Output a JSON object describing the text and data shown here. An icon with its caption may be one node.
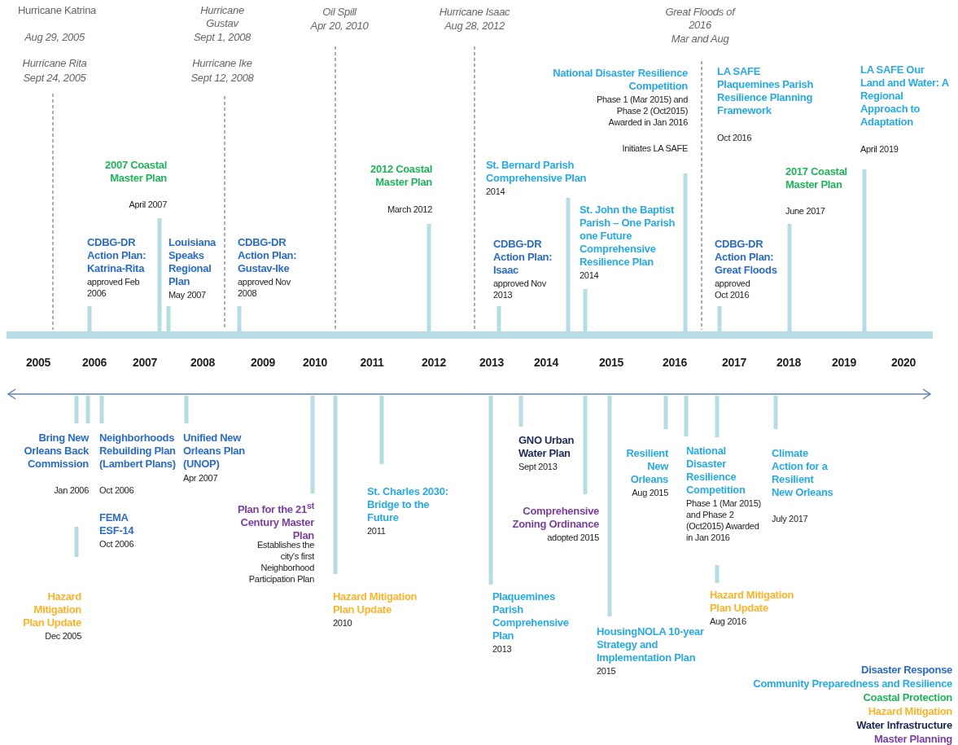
{
  "diagram": {
    "labels": [
      "Hurricane Katrina",
      "Aug 29, 2005",
      "Hurricane Rita",
      "Sept 24, 2005",
      "Hurricane Gustav",
      "Sept 1, 2008",
      "Hurricane Ike",
      "Sept 12, 2008",
      "Oil Spill",
      "Apr 20, 2010",
      "Hurricane Isaac",
      "Aug 28, 2012",
      "Great Floods of 2016",
      "Mar and Aug",
      "2007 Coastal Master Plan",
      "April 2007",
      "CDBG-DR Action Plan: Katrina-Rita",
      "approved Feb 2006",
      "Louisiana Speaks Regional Plan",
      "May 2007",
      "CDBG-DR Action Plan: Gustav-Ike",
      "approved Nov 2008",
      "2012 Coastal Master Plan",
      "March 2012",
      "National Disaster Resilience Competition",
      "Phase 1 (Mar 2015) and Phase 2 (Oct2015) Awarded in Jan 2016",
      "Initiates LA SAFE",
      "LA SAFE Plaquemines Parish Resilience Planning Framework",
      "Oct 2016",
      "LA SAFE Our Land and Water: A Regional Approach to Adaptation",
      "April 2019",
      "St. Bernard Parish Comprehensive Plan",
      "2014",
      "St. John the Baptist Parish – One Parish one Future Comprehensive Resilience Plan",
      "2014",
      "CDBG-DR Action Plan: Isaac",
      "approved Nov 2013",
      "2017 Coastal Master Plan",
      "June 2017",
      "CDBG-DR Action Plan: Great Floods",
      "approved Oct 2016",
      "2005",
      "2006",
      "2007",
      "2008",
      "2009",
      "2010",
      "2011",
      "2012",
      "2013",
      "2014",
      "2015",
      "2016",
      "2017",
      "2018",
      "2019",
      "2020",
      "Bring New Orleans Back Commission",
      "Jan 2006",
      "Neighborhoods Rebuilding Plan (Lambert Plans)",
      "Oct 2006",
      "FEMA ESF-14",
      "Oct 2006",
      "Unified New Orleans Plan (UNOP)",
      "Apr 2007",
      "Hazard Mitigation Plan Update",
      "Dec 2005",
      "Plan for the 21$^{st}$ Century Master Plan",
      "Establishes the city's first Neighborhood Participation Plan",
      "Hazard Mitigation Plan Update",
      "2010",
      "St. Charles 2030: Bridge to the Future",
      "2011",
      "GNO Urban Water Plan",
      "Sept 2013",
      "Comprehensive Zoning Ordinance",
      "adopted 2015",
      "Plaquemines Parish Comprehensive Plan",
      "2013",
      "HousingNOLA 10-year Strategy and Implementation Plan",
      "2015",
      "Resilient New Orleans",
      "Aug 2015",
      "National Disaster Resilience Competition",
      "Phase 1 (Mar 2015) and Phase 2 (Oct2015) Awarded in Jan 2016",
      "Hazard Mitigation Plan Update",
      "Aug 2016",
      "Climate Action for a Resilient New Orleans",
      "July 2017"
    ],
    "legend": [
      {
        "text": "Disaster Response",
        "color": "#2b6cc4"
      },
      {
        "text": "Community Preparedness and Resilience",
        "color": "#29abe2"
      },
      {
        "text": "Coastal Protection",
        "color": "#1fb45a"
      },
      {
        "text": "Hazard Mitigation",
        "color": "#fbb42a"
      },
      {
        "text": "Water Infrastructure",
        "color": "#1b2a57"
      },
      {
        "text": "Master Planning",
        "color": "#7b3fa0"
      }
    ]
  }
}
